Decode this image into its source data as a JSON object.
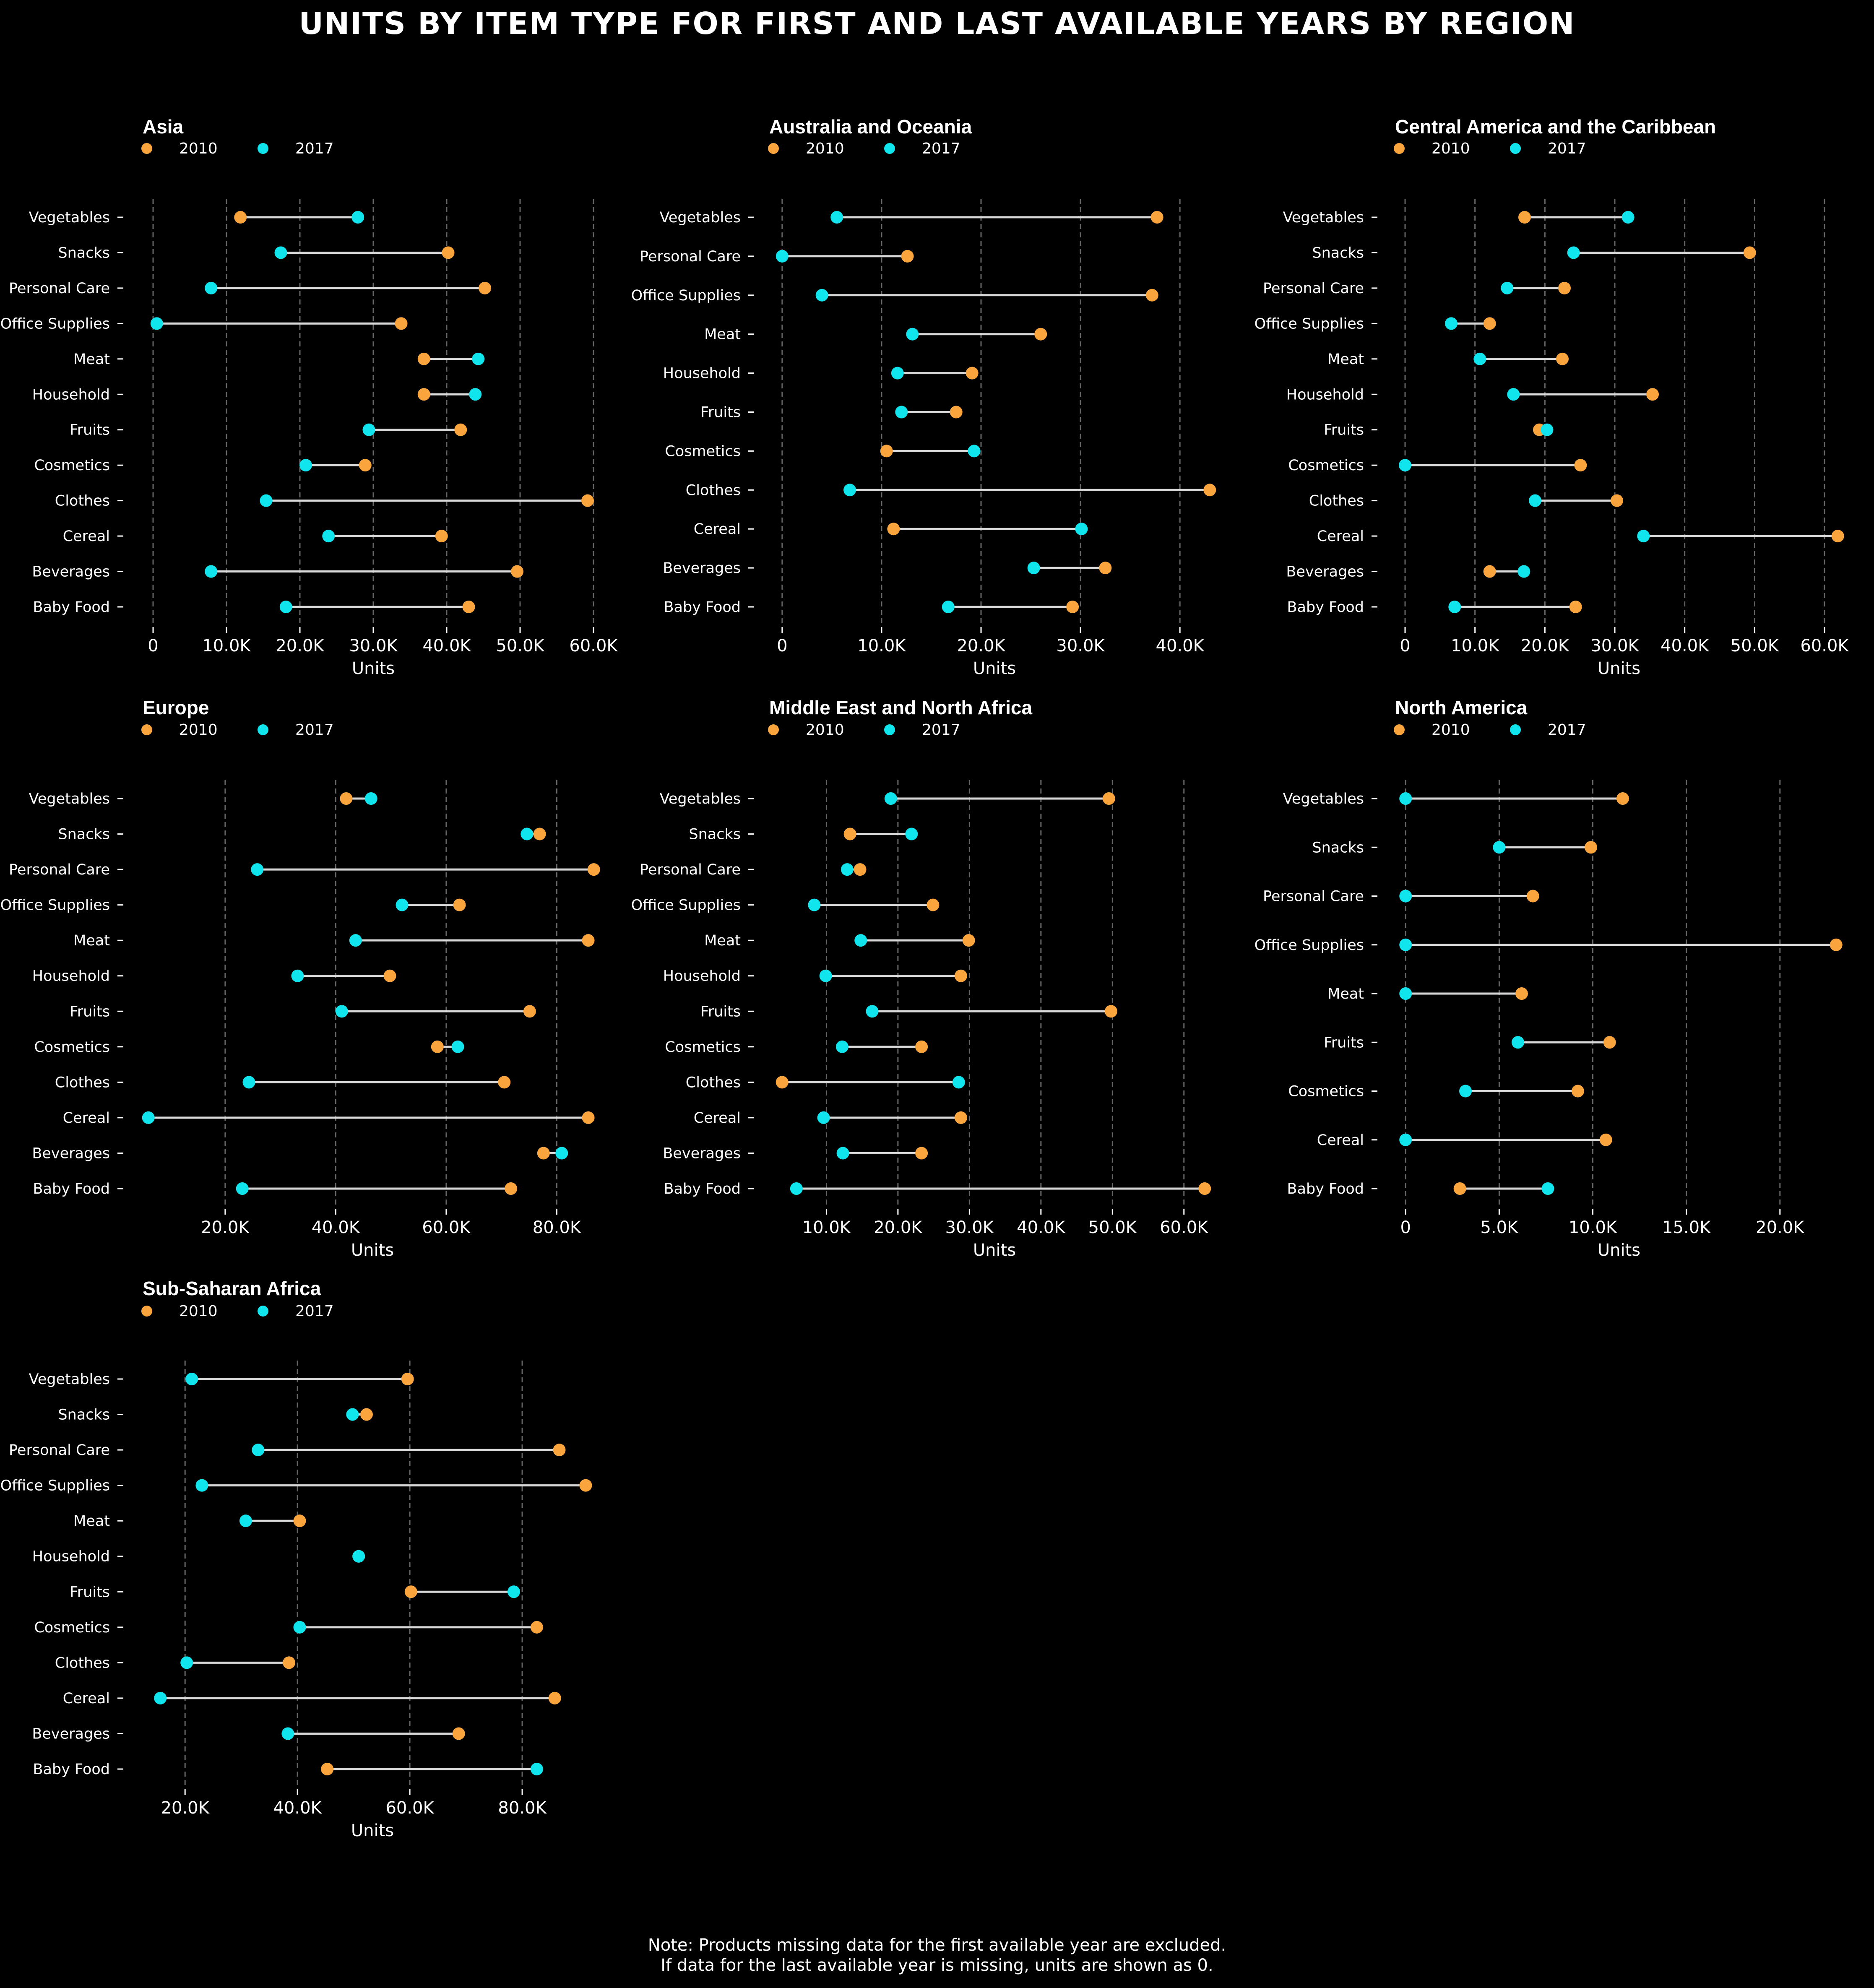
{
  "title": "UNITS BY ITEM TYPE FOR FIRST AND LAST AVAILABLE YEARS BY REGION",
  "footnote": {
    "line1": "Note: Products missing data for the first available year are excluded.",
    "line2": "If data for the last available year is missing, units are shown as 0."
  },
  "colors": {
    "background": "#000000",
    "first_year": "#f9a43c",
    "last_year": "#10e4ec",
    "connector": "#d9d9d9",
    "grid": "#666666",
    "text": "#ffffff"
  },
  "chart_data": [
    {
      "type": "dumbbell",
      "title": "Asia",
      "xlabel": "Units",
      "xlim": [
        -2000,
        62000
      ],
      "xticks": [
        0,
        10000,
        20000,
        30000,
        40000,
        50000,
        60000
      ],
      "xtick_labels": [
        "0",
        "10.0K",
        "20.0K",
        "30.0K",
        "40.0K",
        "50.0K",
        "60.0K"
      ],
      "legend": [
        "2010",
        "2017"
      ],
      "categories": [
        "Vegetables",
        "Snacks",
        "Personal Care",
        "Office Supplies",
        "Meat",
        "Household",
        "Fruits",
        "Cosmetics",
        "Clothes",
        "Cereal",
        "Beverages",
        "Baby Food"
      ],
      "series": [
        {
          "name": "2010",
          "values": [
            11900,
            40200,
            45200,
            33800,
            36900,
            36900,
            41900,
            28900,
            59200,
            39300,
            49600,
            43000
          ]
        },
        {
          "name": "2017",
          "values": [
            27900,
            17400,
            7900,
            500,
            44300,
            43900,
            29400,
            20800,
            15400,
            23900,
            7900,
            18100
          ]
        }
      ]
    },
    {
      "type": "dumbbell",
      "title": "Australia and Oceania",
      "xlabel": "Units",
      "xlim": [
        -1300,
        44000
      ],
      "xticks": [
        0,
        10000,
        20000,
        30000,
        40000
      ],
      "xtick_labels": [
        "0",
        "10.0K",
        "20.0K",
        "30.0K",
        "40.0K"
      ],
      "legend": [
        "2010",
        "2017"
      ],
      "categories": [
        "Vegetables",
        "Personal Care",
        "Office Supplies",
        "Meat",
        "Household",
        "Fruits",
        "Cosmetics",
        "Clothes",
        "Cereal",
        "Beverages",
        "Baby Food"
      ],
      "series": [
        {
          "name": "2010",
          "values": [
            37700,
            12600,
            37200,
            26000,
            19100,
            17500,
            10500,
            43000,
            11200,
            32500,
            29200
          ]
        },
        {
          "name": "2017",
          "values": [
            5500,
            0,
            4000,
            13100,
            11600,
            12000,
            19300,
            6800,
            30100,
            25300,
            16700
          ]
        }
      ]
    },
    {
      "type": "dumbbell",
      "title": "Central America and the Caribbean",
      "xlabel": "Units",
      "xlim": [
        -1800,
        63000
      ],
      "xticks": [
        0,
        10000,
        20000,
        30000,
        40000,
        50000,
        60000
      ],
      "xtick_labels": [
        "0",
        "10.0K",
        "20.0K",
        "30.0K",
        "40.0K",
        "50.0K",
        "60.0K"
      ],
      "legend": [
        "2010",
        "2017"
      ],
      "categories": [
        "Vegetables",
        "Snacks",
        "Personal Care",
        "Office Supplies",
        "Meat",
        "Household",
        "Fruits",
        "Cosmetics",
        "Clothes",
        "Cereal",
        "Beverages",
        "Baby Food"
      ],
      "series": [
        {
          "name": "2010",
          "values": [
            17100,
            49300,
            22800,
            12100,
            22500,
            35400,
            19200,
            25100,
            30300,
            61900,
            12100,
            24400
          ]
        },
        {
          "name": "2017",
          "values": [
            31900,
            24100,
            14600,
            6600,
            10700,
            15500,
            20300,
            0,
            18600,
            34100,
            17000,
            7100
          ]
        }
      ]
    },
    {
      "type": "dumbbell",
      "title": "Europe",
      "xlabel": "Units",
      "xlim": [
        4300,
        89000
      ],
      "xticks": [
        20000,
        40000,
        60000,
        80000
      ],
      "xtick_labels": [
        "20.0K",
        "40.0K",
        "60.0K",
        "80.0K"
      ],
      "legend": [
        "2010",
        "2017"
      ],
      "categories": [
        "Vegetables",
        "Snacks",
        "Personal Care",
        "Office Supplies",
        "Meat",
        "Household",
        "Fruits",
        "Cosmetics",
        "Clothes",
        "Cereal",
        "Beverages",
        "Baby Food"
      ],
      "series": [
        {
          "name": "2010",
          "values": [
            41900,
            76900,
            86700,
            62400,
            85700,
            49800,
            75100,
            58400,
            70500,
            85700,
            77600,
            71700
          ]
        },
        {
          "name": "2017",
          "values": [
            46400,
            74600,
            25800,
            52000,
            43600,
            33100,
            41100,
            62100,
            24300,
            6100,
            80900,
            23100
          ]
        }
      ]
    },
    {
      "type": "dumbbell",
      "title": "Middle East and North Africa",
      "xlabel": "Units",
      "xlim": [
        2000,
        65000
      ],
      "xticks": [
        10000,
        20000,
        30000,
        40000,
        50000,
        60000
      ],
      "xtick_labels": [
        "10.0K",
        "20.0K",
        "30.0K",
        "40.0K",
        "50.0K",
        "60.0K"
      ],
      "legend": [
        "2010",
        "2017"
      ],
      "categories": [
        "Vegetables",
        "Snacks",
        "Personal Care",
        "Office Supplies",
        "Meat",
        "Household",
        "Fruits",
        "Cosmetics",
        "Clothes",
        "Cereal",
        "Beverages",
        "Baby Food"
      ],
      "series": [
        {
          "name": "2010",
          "values": [
            49500,
            13300,
            14700,
            24900,
            29900,
            28800,
            49800,
            23300,
            3800,
            28800,
            23300,
            62900
          ]
        },
        {
          "name": "2017",
          "values": [
            19000,
            21900,
            12900,
            8300,
            14800,
            9900,
            16400,
            12200,
            28500,
            9600,
            12300,
            5800
          ]
        }
      ]
    },
    {
      "type": "dumbbell",
      "title": "North America",
      "xlabel": "Units",
      "xlim": [
        -700,
        23500
      ],
      "xticks": [
        0,
        5000,
        10000,
        15000,
        20000
      ],
      "xtick_labels": [
        "0",
        "5.0K",
        "10.0K",
        "15.0K",
        "20.0K"
      ],
      "legend": [
        "2010",
        "2017"
      ],
      "categories": [
        "Vegetables",
        "Snacks",
        "Personal Care",
        "Office Supplies",
        "Meat",
        "Fruits",
        "Cosmetics",
        "Cereal",
        "Baby Food"
      ],
      "series": [
        {
          "name": "2010",
          "values": [
            11600,
            9900,
            6800,
            23000,
            6200,
            10900,
            9200,
            10700,
            2900
          ]
        },
        {
          "name": "2017",
          "values": [
            0,
            5000,
            0,
            0,
            0,
            6000,
            3200,
            0,
            7600
          ]
        }
      ]
    },
    {
      "type": "dumbbell",
      "title": "Sub-Saharan Africa",
      "xlabel": "Units",
      "xlim": [
        11700,
        95000
      ],
      "xticks": [
        20000,
        40000,
        60000,
        80000
      ],
      "xtick_labels": [
        "20.0K",
        "40.0K",
        "60.0K",
        "80.0K"
      ],
      "legend": [
        "2010",
        "2017"
      ],
      "categories": [
        "Vegetables",
        "Snacks",
        "Personal Care",
        "Office Supplies",
        "Meat",
        "Household",
        "Fruits",
        "Cosmetics",
        "Clothes",
        "Cereal",
        "Beverages",
        "Baby Food"
      ],
      "series": [
        {
          "name": "2010",
          "values": [
            59600,
            52300,
            86600,
            91300,
            40400,
            50900,
            60200,
            82600,
            38500,
            85800,
            68700,
            45300
          ]
        },
        {
          "name": "2017",
          "values": [
            21200,
            49800,
            33000,
            23000,
            30800,
            50900,
            78500,
            40400,
            20300,
            15600,
            38300,
            82600
          ]
        }
      ]
    }
  ]
}
